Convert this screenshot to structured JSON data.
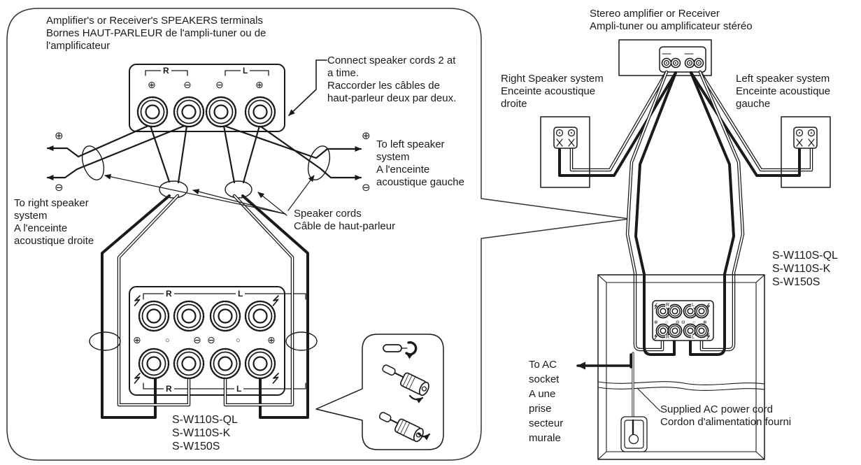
{
  "labels": {
    "amp_terminals": "Amplifier's or Receiver's SPEAKERS terminals\nBornes HAUT-PARLEUR de l'ampli-tuner ou de\nl'amplificateur",
    "connect_note": "Connect speaker cords 2 at\na time.\nRaccorder les câbles de\nhaut-parleur deux par deux.",
    "to_right_speaker": "To right speaker\nsystem\nA l'enceinte\nacoustique droite",
    "to_left_speaker": "To left speaker\nsystem\nA l'enceinte\nacoustique gauche",
    "speaker_cords": "Speaker cords\nCâble de haut-parleur",
    "models": "S-W110S-QL\nS-W110S-K\nS-W150S",
    "stereo_amp": "Stereo amplifier or Receiver\nAmpli-tuner ou amplificateur stéréo",
    "right_speaker_system": "Right Speaker system\nEnceinte acoustique\ndroite",
    "left_speaker_system": "Left speaker system\nEnceinte acoustique\ngauche",
    "to_ac_socket": "To AC\nsocket\nA une\nprise\nsecteur\nmurale",
    "ac_power_cord": "Supplied AC power cord\nCordon d'alimentation fourni"
  },
  "symbols": {
    "plus": "⊕",
    "minus": "⊖",
    "circle": "○"
  },
  "channel_labels": {
    "right": "R",
    "left": "L"
  },
  "colors": {
    "line": "#1a1a1a",
    "background": "#ffffff"
  }
}
